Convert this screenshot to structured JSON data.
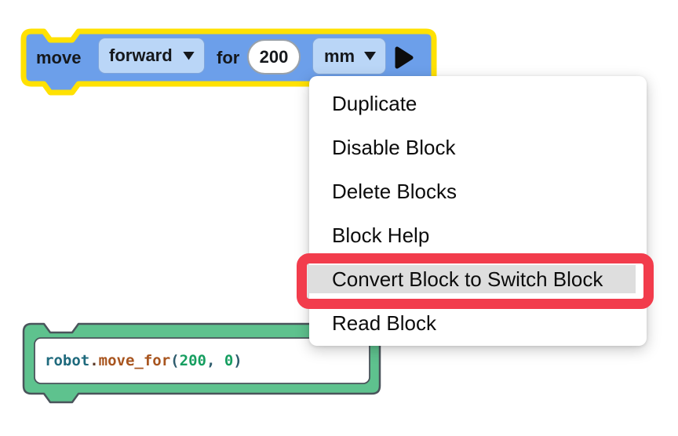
{
  "move_block": {
    "label_move": "move",
    "direction": "forward",
    "label_for": "for",
    "distance": "200",
    "unit": "mm",
    "fill_color": "#6C9FEA",
    "field_color": "#BAD6F7",
    "selection_glow_color": "#FFE102"
  },
  "context_menu": {
    "items": [
      {
        "label": "Duplicate"
      },
      {
        "label": "Disable Block"
      },
      {
        "label": "Delete Blocks"
      },
      {
        "label": "Block Help"
      },
      {
        "label": "Convert Block to Switch Block",
        "highlighted": true
      },
      {
        "label": "Read Block"
      }
    ],
    "hover_background": "#DEDEDE",
    "annotation_color": "#F23C4C"
  },
  "code_block": {
    "fill_color": "#5EC28E",
    "border_color": "#4A545B",
    "tokens": [
      {
        "text": "robot",
        "color": "#1F6A7D"
      },
      {
        "text": ".",
        "color": "#5C3A28"
      },
      {
        "text": "move_for",
        "color": "#A8551F"
      },
      {
        "text": "(",
        "color": "#2F5D6E"
      },
      {
        "text": "200",
        "color": "#169E60"
      },
      {
        "text": ", ",
        "color": "#2F5D6E"
      },
      {
        "text": "0",
        "color": "#169E60"
      },
      {
        "text": ")",
        "color": "#2F5D6E"
      }
    ]
  }
}
